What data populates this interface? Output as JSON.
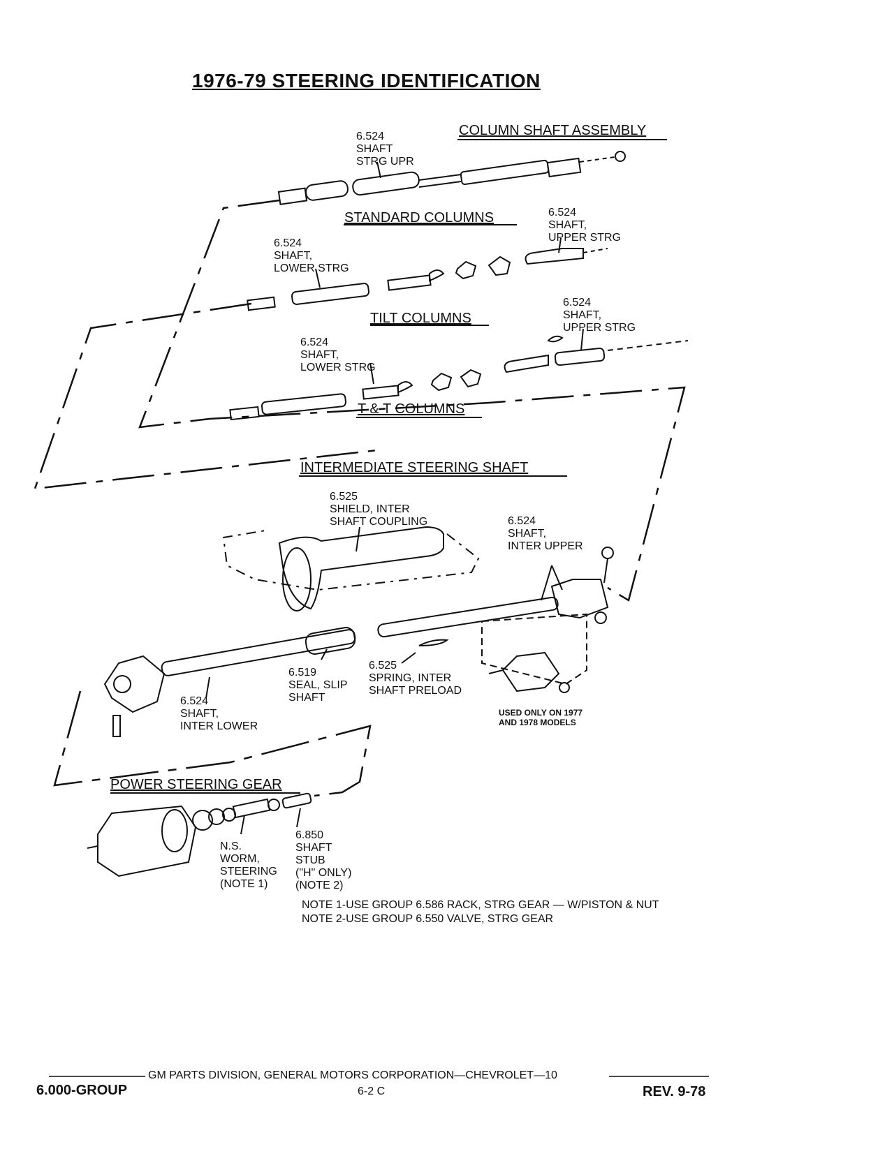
{
  "title": "1976-79 STEERING IDENTIFICATION",
  "sections": {
    "column_shaft_assembly": "COLUMN SHAFT ASSEMBLY",
    "standard_columns": "STANDARD COLUMNS",
    "tilt_columns": "TILT COLUMNS",
    "tt_columns": "T & T COLUMNS",
    "intermediate_steering_shaft": "INTERMEDIATE STEERING SHAFT",
    "power_steering_gear": "POWER STEERING GEAR"
  },
  "callouts": {
    "shaft_strg_upr": "6.524\nSHAFT\nSTRG UPR",
    "std_upper_strg": "6.524\nSHAFT,\nUPPER STRG",
    "std_lower_strg": "6.524\nSHAFT,\nLOWER STRG",
    "tilt_upper_strg": "6.524\nSHAFT,\nUPPER STRG",
    "tilt_lower_strg": "6.524\nSHAFT,\nLOWER STRG",
    "shield_inter": "6.525\nSHIELD, INTER\nSHAFT COUPLING",
    "shaft_inter_upper": "6.524\nSHAFT,\nINTER UPPER",
    "seal_slip": "6.519\nSEAL, SLIP\nSHAFT",
    "spring_inter": "6.525\nSPRING, INTER\nSHAFT PRELOAD",
    "shaft_inter_lower": "6.524\nSHAFT,\nINTER LOWER",
    "used_only": "USED ONLY ON 1977\nAND 1978 MODELS",
    "worm": "N.S.\nWORM,\nSTEERING\n(NOTE 1)",
    "shaft_stub": "6.850\nSHAFT\nSTUB\n(\"H\" ONLY)\n(NOTE 2)"
  },
  "notes": [
    "NOTE 1-USE GROUP 6.586 RACK, STRG GEAR — W/PISTON & NUT",
    "NOTE 2-USE GROUP 6.550 VALVE, STRG GEAR"
  ],
  "footer": {
    "division": "GM PARTS DIVISION, GENERAL MOTORS CORPORATION—CHEVROLET—10",
    "group": "6.000-GROUP",
    "page": "6-2 C",
    "rev": "REV. 9-78"
  }
}
